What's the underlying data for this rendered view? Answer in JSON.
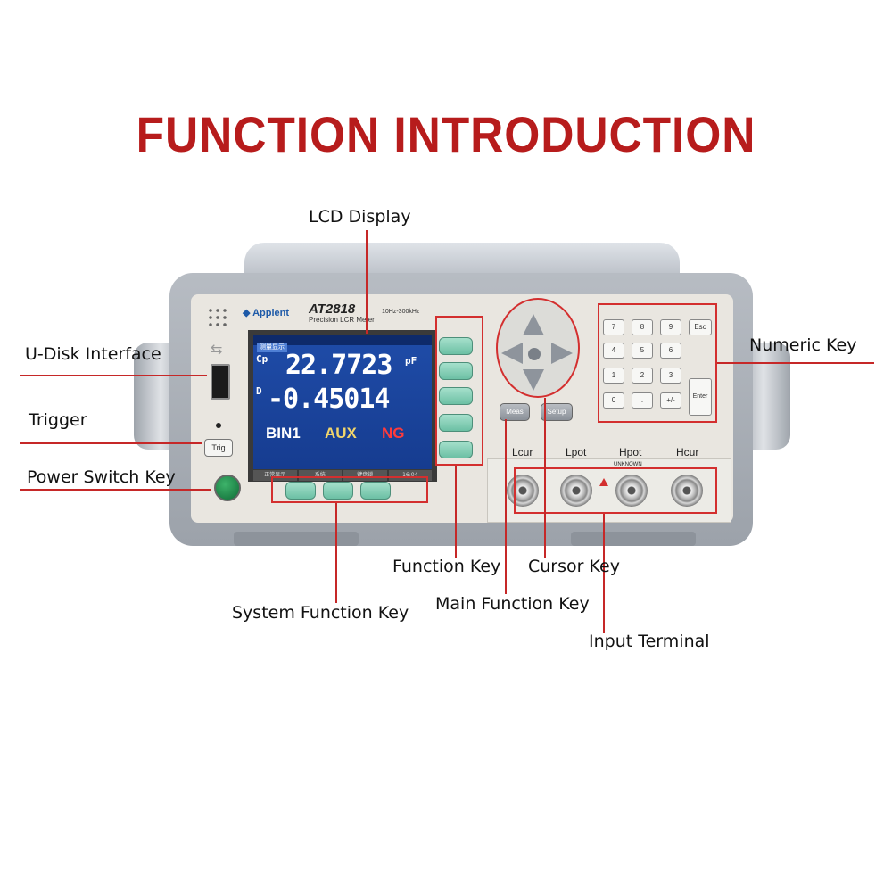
{
  "title": "FUNCTION INTRODUCTION",
  "callouts": {
    "lcd_display": "LCD Display",
    "usb_interface": "U-Disk Interface",
    "trigger": "Trigger",
    "power_switch": "Power Switch Key",
    "numeric_key": "Numeric Key",
    "function_key": "Function Key",
    "cursor_key": "Cursor Key",
    "main_function_key": "Main Function Key",
    "system_function_key": "System Function Key",
    "input_terminal": "Input Terminal"
  },
  "device": {
    "brand": "Applent",
    "model": "AT2818",
    "model_sub": "Precision LCR Meter",
    "freq_range": "10Hz-300kHz",
    "trig_label": "Trig",
    "usb_symbol": "⇆",
    "lcd": {
      "header": "测量显示",
      "param1": "Cp",
      "value1": "22.7723",
      "unit1": "pF",
      "param2": "D",
      "value2": "-0.45014",
      "bin": "BIN1",
      "aux": "AUX",
      "ng": "NG",
      "softkeys": [
        "正常显示",
        "系统",
        "键盘锁",
        "16:04"
      ]
    },
    "main_keys": [
      "Meas",
      "Setup"
    ],
    "numeric_keys": [
      "7",
      "8",
      "9",
      "Esc",
      "4",
      "5",
      "6",
      "1",
      "2",
      "3",
      "0",
      ".",
      "+/-",
      "Enter"
    ],
    "terminals": [
      "Lcur",
      "Lpot",
      "Hpot",
      "Hcur"
    ],
    "unknown_label": "UNKNOWN"
  },
  "colors": {
    "accent": "#c62828",
    "title": "#b71c1c",
    "lcd_bg": "#1f4ca8",
    "aux": "#f1d56b",
    "ng": "#ff3b3b"
  }
}
